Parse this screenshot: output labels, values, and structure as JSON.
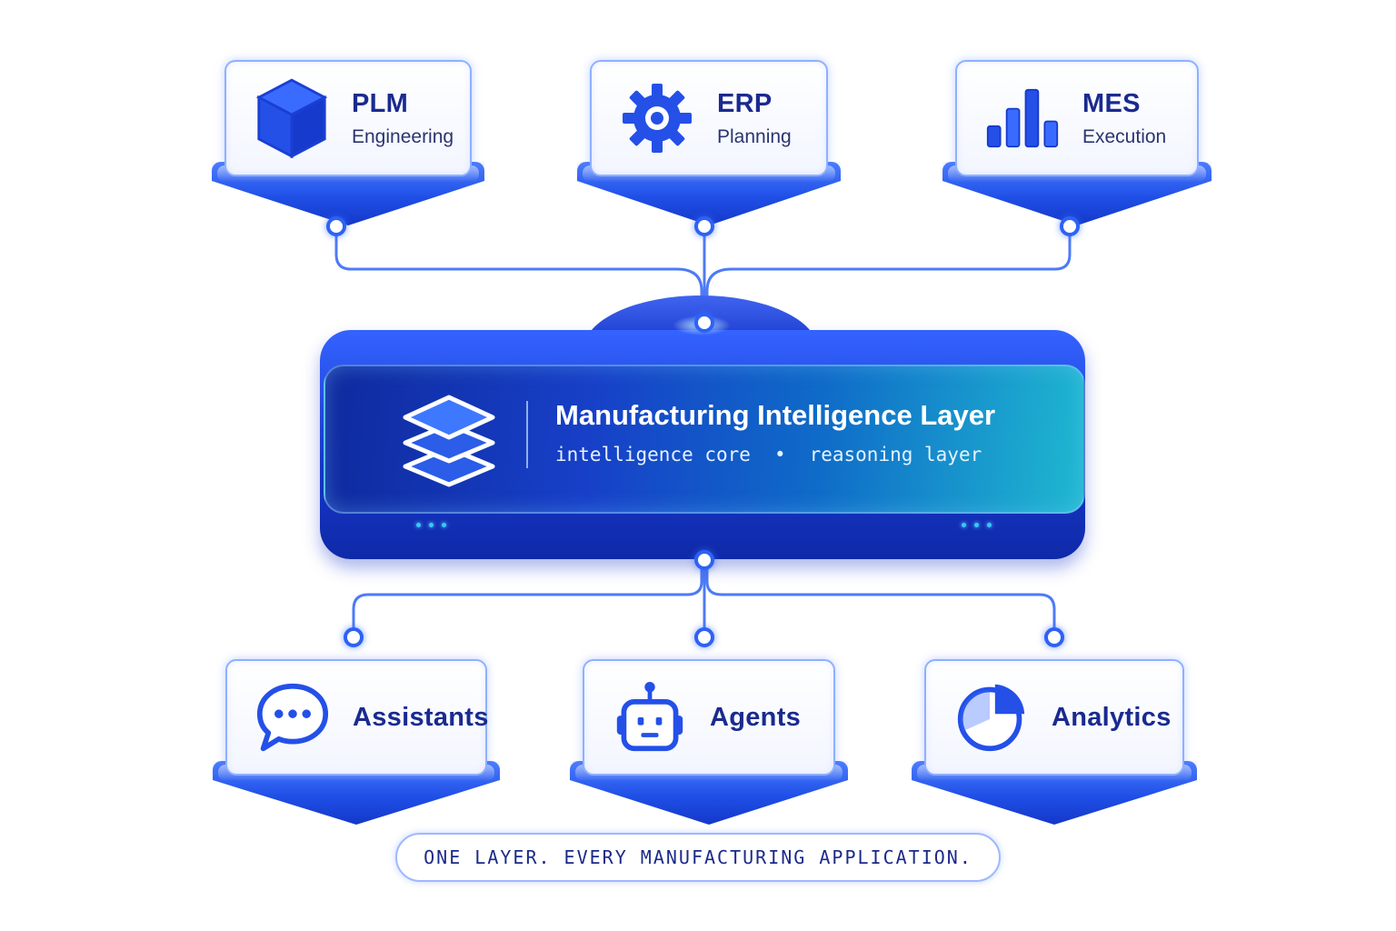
{
  "sources": [
    {
      "id": "plm",
      "title": "PLM",
      "subtitle": "Engineering",
      "icon": "cube-icon"
    },
    {
      "id": "erp",
      "title": "ERP",
      "subtitle": "Planning",
      "icon": "gear-icon"
    },
    {
      "id": "mes",
      "title": "MES",
      "subtitle": "Execution",
      "icon": "bar-chart-icon"
    }
  ],
  "core": {
    "title": "Manufacturing Intelligence Layer",
    "tags": [
      "intelligence core",
      "•",
      "reasoning layer"
    ],
    "icon": "stacked-layers-icon"
  },
  "outputs": [
    {
      "id": "assistants",
      "title": "Assistants",
      "icon": "chat-bubble-icon"
    },
    {
      "id": "agents",
      "title": "Agents",
      "icon": "robot-icon"
    },
    {
      "id": "analytics",
      "title": "Analytics",
      "icon": "pie-chart-icon"
    }
  ],
  "tagline": "ONE LAYER. EVERY MANUFACTURING APPLICATION.",
  "colors": {
    "accent": "#2d62f5",
    "title_text": "#1a2a8f",
    "core_start": "#0f2a9e",
    "core_end": "#1fb8d0"
  }
}
